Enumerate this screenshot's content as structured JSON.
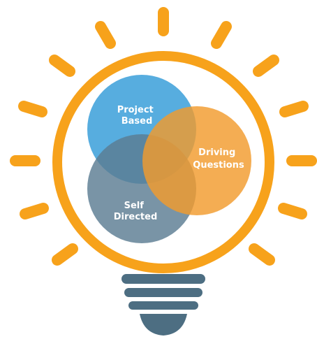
{
  "diagram": {
    "circles": [
      {
        "id": "project-based",
        "lines": [
          "Project",
          "Based"
        ],
        "color": "#3a9fd9"
      },
      {
        "id": "driving-questions",
        "lines": [
          "Driving",
          "Questions"
        ],
        "color": "#f29b2d"
      },
      {
        "id": "self-directed",
        "lines": [
          "Self",
          "Directed"
        ],
        "color": "#5c7d93"
      }
    ],
    "bulb": {
      "ray_color": "#f7a21b",
      "ring_color": "#f7a21b",
      "base_color": "#4d6e82"
    }
  }
}
